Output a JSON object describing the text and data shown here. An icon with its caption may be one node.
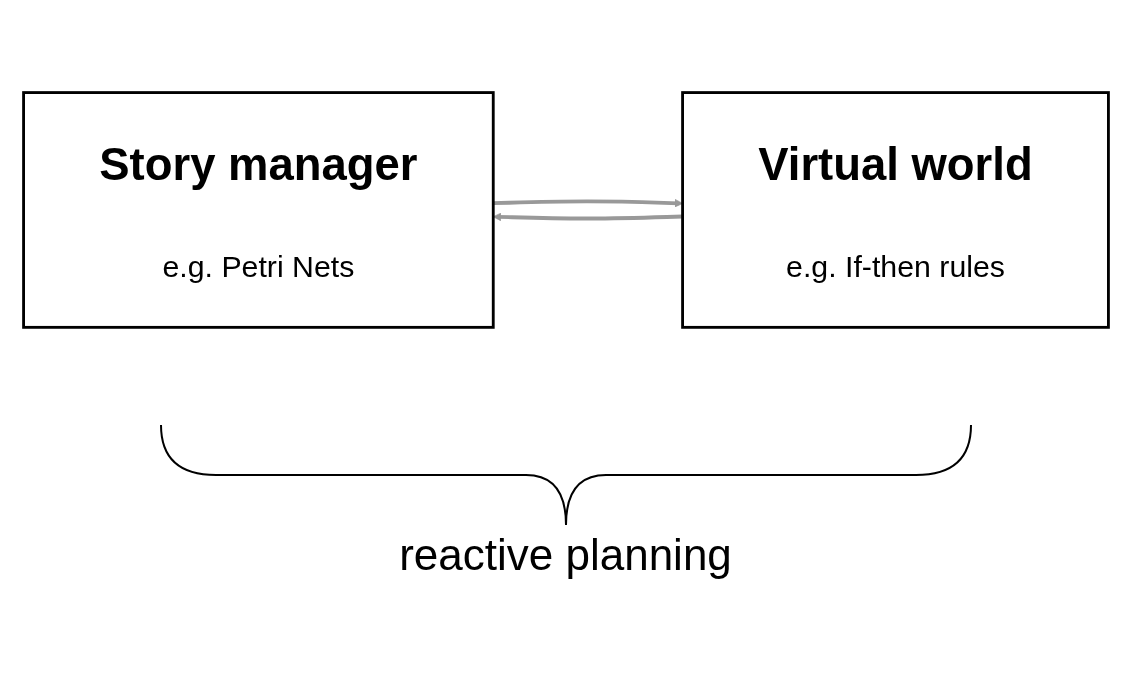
{
  "diagram": {
    "nodes": [
      {
        "text": [
          "Story manager",
          "e.g. Petri Nets"
        ]
      },
      {
        "text": [
          "Virtual world",
          "e.g. If-then rules"
        ]
      }
    ],
    "edges": [
      {
        "from": 0,
        "to": 1,
        "arrow": "to"
      },
      {
        "from": 1,
        "to": 0,
        "arrow": "to"
      }
    ],
    "labels": [
      "reactive planning"
    ]
  }
}
